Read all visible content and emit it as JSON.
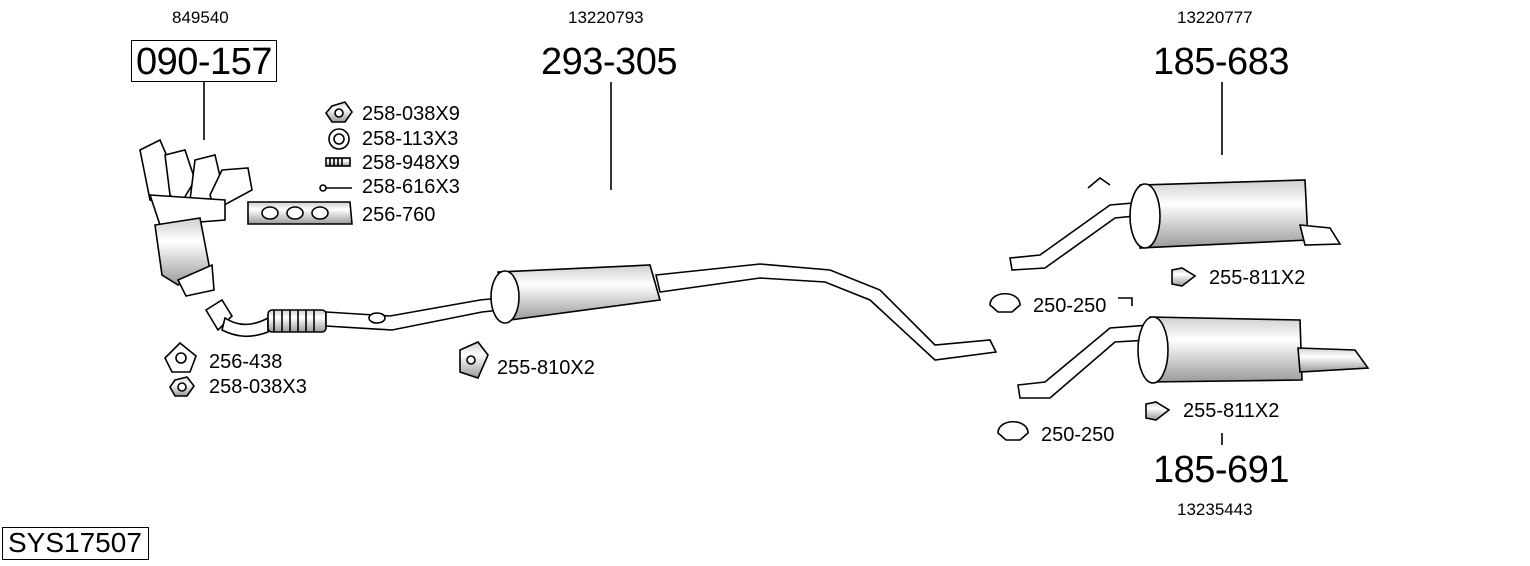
{
  "parts": {
    "manifold": {
      "oem": "849540",
      "number": "090-157"
    },
    "middle": {
      "oem": "13220793",
      "number": "293-305"
    },
    "rear_upper": {
      "oem": "13220777",
      "number": "185-683"
    },
    "rear_lower": {
      "oem": "13235443",
      "number": "185-691"
    }
  },
  "accessories": {
    "a1": "258-038X9",
    "a2": "258-113X3",
    "a3": "258-948X9",
    "a4": "258-616X3",
    "a5": "256-760",
    "a6": "256-438",
    "a7": "258-038X3",
    "a8": "255-810X2",
    "a9": "255-811X2",
    "a10": "250-250",
    "a11": "255-811X2",
    "a12": "250-250"
  },
  "system": {
    "code": "SYS17507"
  }
}
